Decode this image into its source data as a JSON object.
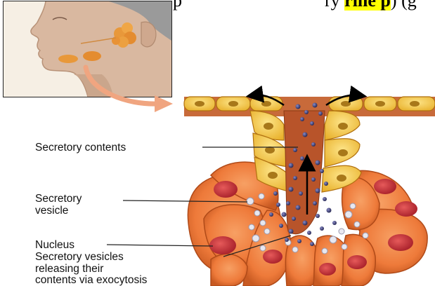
{
  "header": {
    "fragment_plain": "p",
    "fragment_mid": "ry",
    "fragment_highlight": "rine p",
    "fragment_tail": ") (g"
  },
  "labels": {
    "secretory_contents": "Secretory contents",
    "secretory_vesicle_line1": "Secretory",
    "secretory_vesicle_line2": "vesicle",
    "nucleus": "Nucleus",
    "releasing_line1": "Secretory vesicles",
    "releasing_line2": "releasing their",
    "releasing_line3": "contents via exocytosis"
  },
  "colors": {
    "duct_cell": "#f2c43c",
    "acinar_cell": "#ee7a3a",
    "nucleus": "#c8303a",
    "vesicle": "#33346a",
    "lumen": "#b8542a",
    "pointer_arrow": "#f0a580"
  }
}
